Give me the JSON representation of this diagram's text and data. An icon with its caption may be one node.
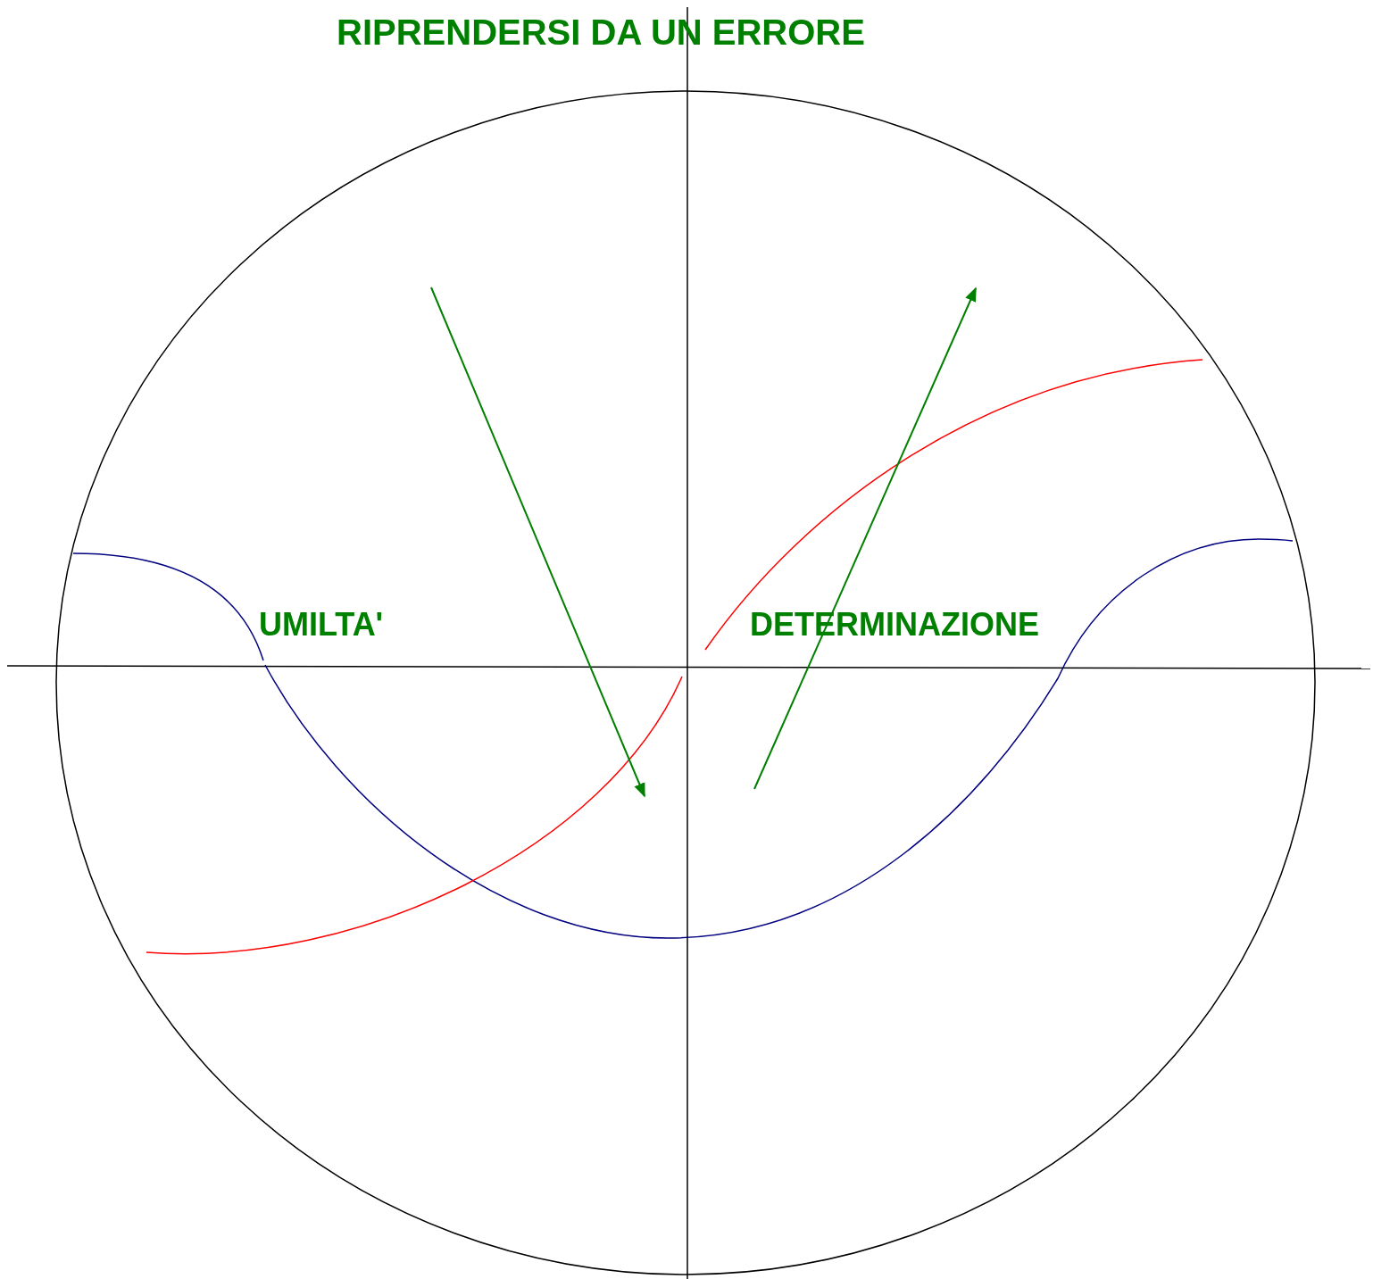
{
  "diagram": {
    "title": "RIPRENDERSI DA UN ERRORE",
    "labels": [
      "UMILTA'",
      "DETERMINAZIONE"
    ]
  }
}
